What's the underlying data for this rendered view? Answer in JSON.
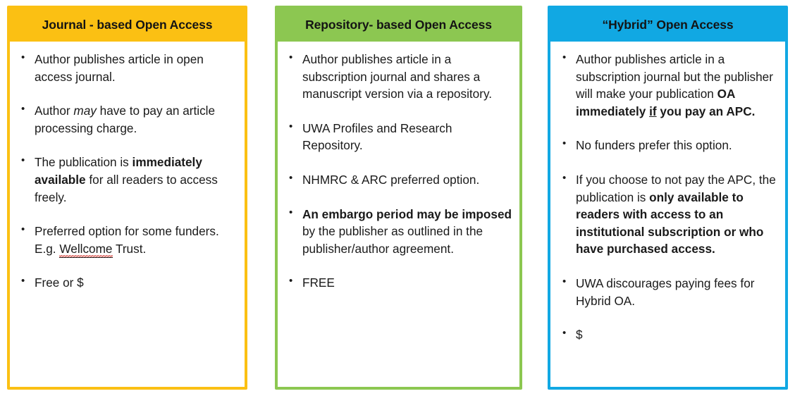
{
  "colors": {
    "journal_accent": "#FBC013",
    "repository_accent": "#8CC751",
    "hybrid_accent": "#11A8E3",
    "body_text": "#1a1a1a",
    "header_text": "#141414",
    "spellcheck_underline": "#d0342c",
    "page_background": "#ffffff"
  },
  "columns": [
    {
      "id": "journal-based-open-access",
      "title": "Journal - based Open Access",
      "accent": "#FBC013",
      "bullets": [
        {
          "id": "journal-bullet-1",
          "text": "Author publishes article in open access journal.",
          "segments": [
            {
              "text": "Author publishes article in open access journal.",
              "style": "normal"
            }
          ]
        },
        {
          "id": "journal-bullet-2",
          "text": "Author may have to pay an article processing charge.",
          "segments": [
            {
              "text": "Author ",
              "style": "normal"
            },
            {
              "text": "may",
              "style": "italic"
            },
            {
              "text": " have to pay an article processing charge.",
              "style": "normal"
            }
          ]
        },
        {
          "id": "journal-bullet-3",
          "text": "The publication is immediately available for all readers to access freely.",
          "segments": [
            {
              "text": "The publication is ",
              "style": "normal"
            },
            {
              "text": "immediately available",
              "style": "bold"
            },
            {
              "text": " for all readers to access freely.",
              "style": "normal"
            }
          ]
        },
        {
          "id": "journal-bullet-4",
          "text": "Preferred option for some funders. E.g. Wellcome Trust.",
          "segments": [
            {
              "text": "Preferred option for some funders. E.g. ",
              "style": "normal"
            },
            {
              "text": "Wellcome",
              "style": "spellcheck"
            },
            {
              "text": " Trust.",
              "style": "normal"
            }
          ]
        },
        {
          "id": "journal-bullet-5",
          "text": "Free or $",
          "segments": [
            {
              "text": "Free or $",
              "style": "normal"
            }
          ]
        }
      ]
    },
    {
      "id": "repository-based-open-access",
      "title": "Repository- based Open Access",
      "accent": "#8CC751",
      "bullets": [
        {
          "id": "repository-bullet-1",
          "text": "Author publishes article in a subscription journal and shares a manuscript version via a repository.",
          "segments": [
            {
              "text": "Author publishes article in a subscription journal and shares a manuscript version via a repository.",
              "style": "normal"
            }
          ]
        },
        {
          "id": "repository-bullet-2",
          "text": "UWA Profiles and Research Repository.",
          "segments": [
            {
              "text": "UWA Profiles and Research Repository.",
              "style": "normal"
            }
          ]
        },
        {
          "id": "repository-bullet-3",
          "text": "NHMRC & ARC preferred option.",
          "segments": [
            {
              "text": "NHMRC & ARC preferred option.",
              "style": "normal"
            }
          ]
        },
        {
          "id": "repository-bullet-4",
          "text": "An embargo period may be imposed by the publisher as outlined in the publisher/author agreement.",
          "segments": [
            {
              "text": "An embargo period may be imposed",
              "style": "bold"
            },
            {
              "text": " by the publisher as outlined in the publisher/author agreement.",
              "style": "normal"
            }
          ]
        },
        {
          "id": "repository-bullet-5",
          "text": "FREE",
          "segments": [
            {
              "text": "FREE",
              "style": "normal"
            }
          ]
        }
      ]
    },
    {
      "id": "hybrid-open-access",
      "title": "“Hybrid” Open Access",
      "accent": "#11A8E3",
      "bullets": [
        {
          "id": "hybrid-bullet-1",
          "text": "Author publishes article in a subscription journal but the publisher will make your publication OA immediately if you pay an APC.",
          "segments": [
            {
              "text": "Author publishes article in a subscription journal but the publisher will make your publication ",
              "style": "normal"
            },
            {
              "text": "OA immediately ",
              "style": "bold"
            },
            {
              "text": "if",
              "style": "bold-underline"
            },
            {
              "text": " you pay an APC.",
              "style": "bold"
            }
          ]
        },
        {
          "id": "hybrid-bullet-2",
          "text": "No funders prefer this option.",
          "segments": [
            {
              "text": "No funders prefer this option.",
              "style": "normal"
            }
          ]
        },
        {
          "id": "hybrid-bullet-3",
          "text": "If you choose to not pay the APC, the publication is only available to readers with access to an institutional subscription or who have purchased access.",
          "segments": [
            {
              "text": "If you choose to not pay the APC, the publication is ",
              "style": "normal"
            },
            {
              "text": "only available to readers with access to an institutional subscription or who have purchased access.",
              "style": "bold"
            }
          ]
        },
        {
          "id": "hybrid-bullet-4",
          "text": "UWA discourages paying fees for Hybrid OA.",
          "segments": [
            {
              "text": "UWA discourages paying fees for Hybrid OA.",
              "style": "normal"
            }
          ]
        },
        {
          "id": "hybrid-bullet-5",
          "text": "$",
          "segments": [
            {
              "text": "$",
              "style": "normal"
            }
          ]
        }
      ]
    }
  ]
}
